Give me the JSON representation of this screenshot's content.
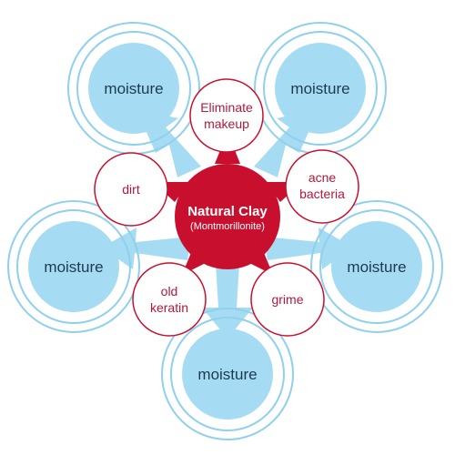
{
  "center": {
    "title": "Natural Clay",
    "subtitle": "(Montmorillonite)"
  },
  "moisture_nodes": [
    {
      "label": "moisture"
    },
    {
      "label": "moisture"
    },
    {
      "label": "moisture"
    },
    {
      "label": "moisture"
    },
    {
      "label": "moisture"
    }
  ],
  "impurity_nodes": [
    {
      "lines": [
        "Eliminate",
        "makeup"
      ]
    },
    {
      "lines": [
        "acne",
        "bacteria"
      ]
    },
    {
      "lines": [
        "grime"
      ]
    },
    {
      "lines": [
        "old",
        "keratin"
      ]
    },
    {
      "lines": [
        "dirt"
      ]
    }
  ],
  "colors": {
    "clay": "#c8102e",
    "clay_text": "#b3183a",
    "moisture_fill": "#a6dcf3",
    "ring": "#8fd0ec",
    "moisture_text": "#1a3a52"
  }
}
